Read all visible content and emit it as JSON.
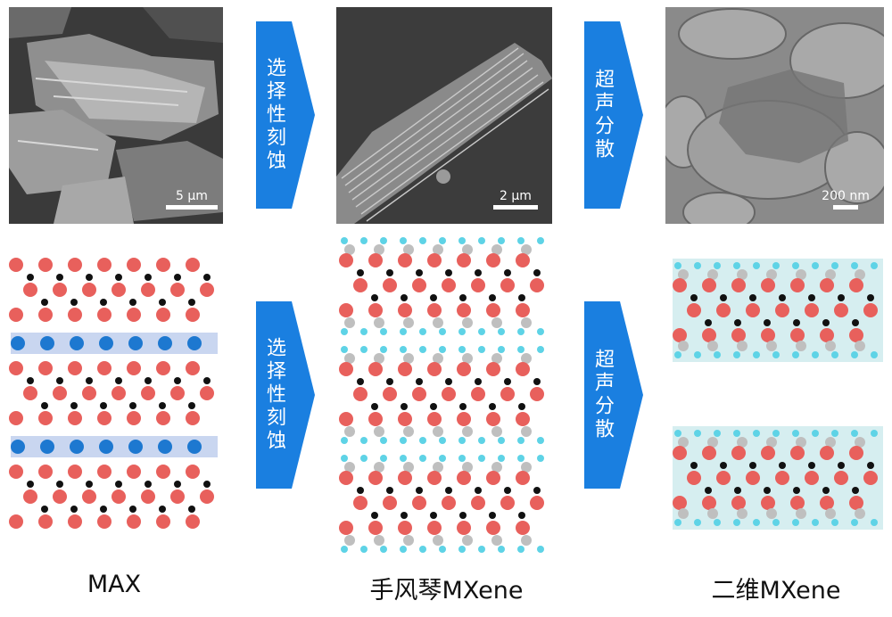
{
  "micrographs": {
    "max_scale": "5 μm",
    "accordion_scale": "2 μm",
    "twod_scale": "200 nm"
  },
  "arrows": {
    "etch_top": "选择性刻蚀",
    "sonic_top": "超声分散",
    "etch_bottom": "选择性刻蚀",
    "sonic_bottom": "超声分散"
  },
  "labels": {
    "max": "MAX",
    "accordion": "手风琴MXene",
    "twod": "二维MXene"
  },
  "colors": {
    "arrow_blue": "#1a7fe0",
    "m_atom": "#e8605c",
    "x_atom": "#111111",
    "a_atom": "#1d78d0",
    "terminal_gray": "#bfbfbf",
    "terminal_cyan": "#5ed3e6"
  }
}
